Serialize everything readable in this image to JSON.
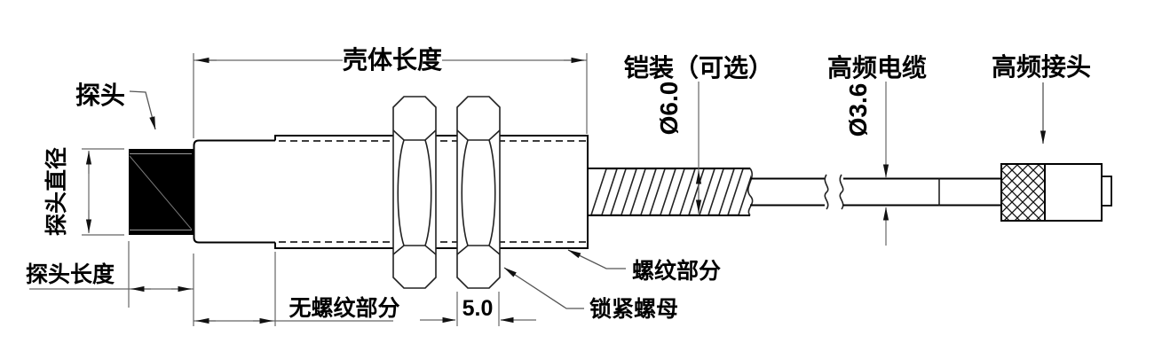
{
  "diagram": {
    "type": "technical-drawing-probe-sensor",
    "labels": {
      "probe": "探头",
      "probe_diameter": "探头直径",
      "probe_length": "探头长度",
      "housing_length": "壳体长度",
      "unthreaded_section": "无螺纹部分",
      "lock_nut_width": "5.0",
      "lock_nut": "锁紧螺母",
      "threaded_section": "螺纹部分",
      "armor_optional": "铠装（可选）",
      "armor_diameter": "Ø6.0",
      "hf_cable": "高频电缆",
      "cable_diameter": "Ø3.6",
      "hf_connector": "高频接头"
    },
    "colors": {
      "line": "#000000",
      "dim_line": "#666666",
      "background": "#ffffff",
      "probe_fill": "#000000"
    }
  }
}
